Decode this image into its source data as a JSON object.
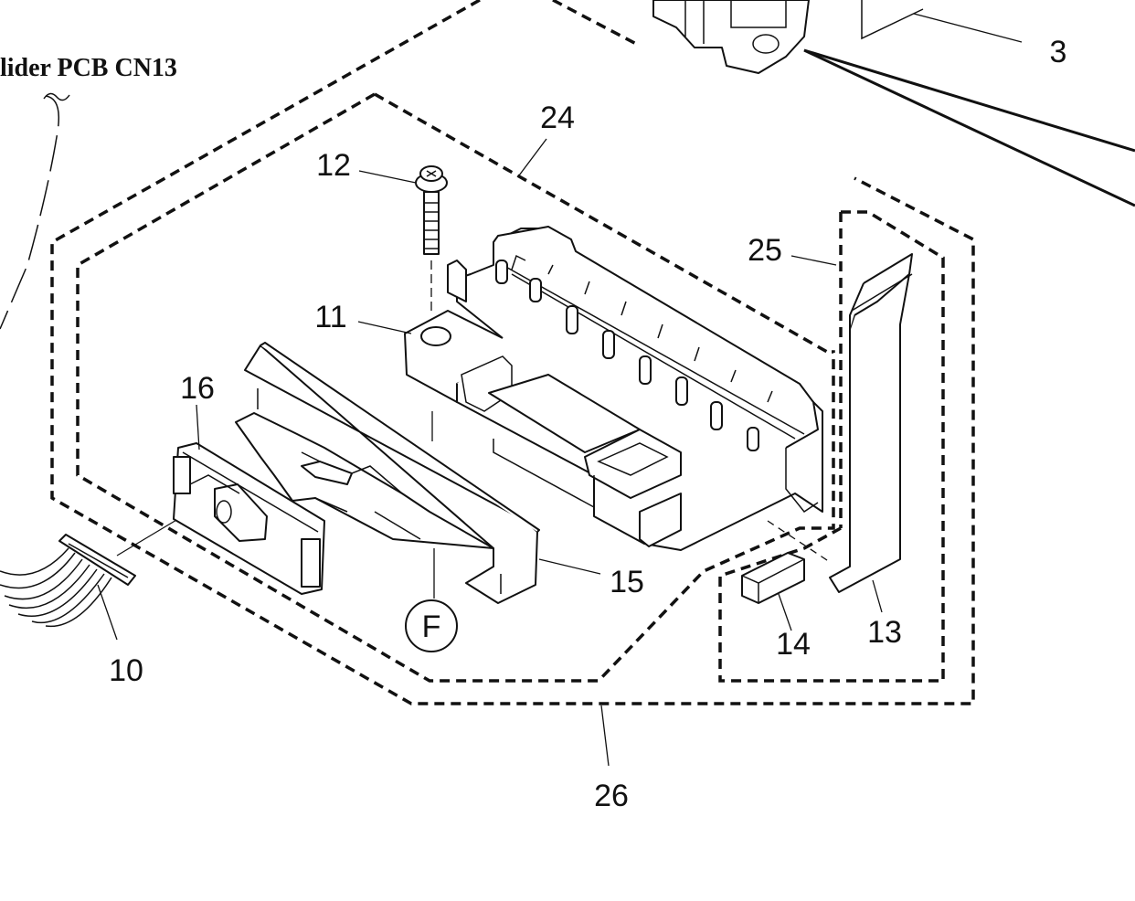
{
  "connector_note": "lider PCB CN13",
  "callouts": {
    "c3": "3",
    "c10": "10",
    "c11": "11",
    "c12": "12",
    "c13": "13",
    "c14": "14",
    "c15": "15",
    "c16": "16",
    "c24": "24",
    "c25": "25",
    "c26": "26"
  },
  "reference_mark": "F"
}
